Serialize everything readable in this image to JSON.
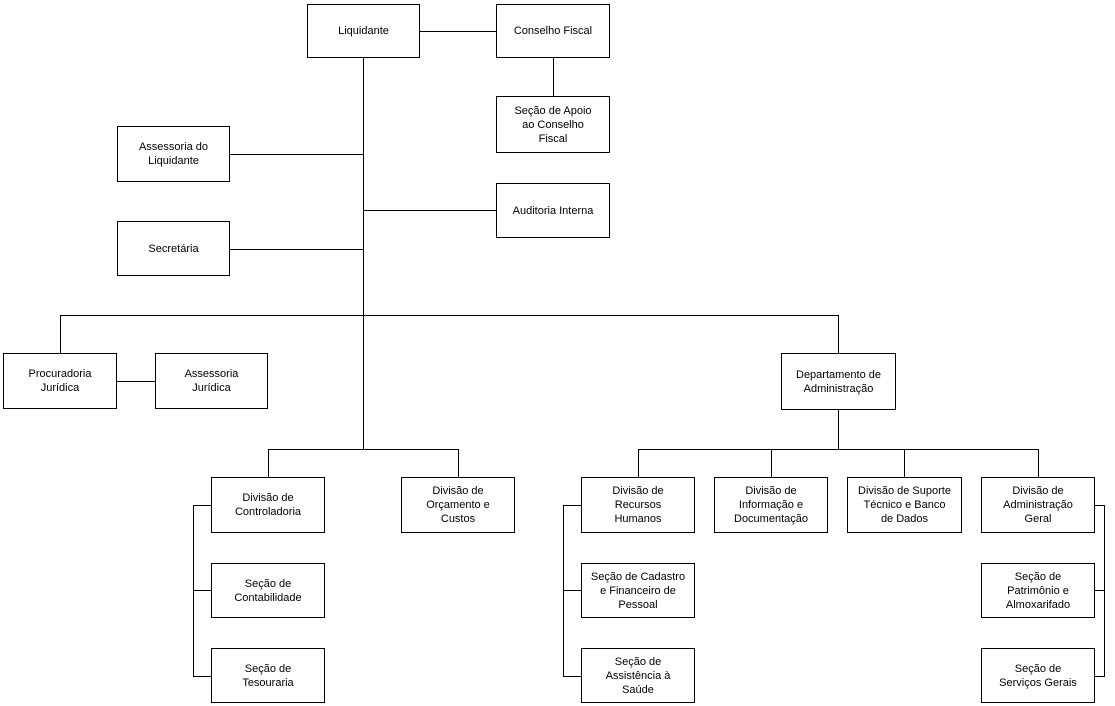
{
  "org_chart": {
    "type": "organizational-chart",
    "language": "pt-BR",
    "colors": {
      "background": "#ffffff",
      "box_fill": "#ffffff",
      "box_border": "#000000",
      "connector_line": "#000000",
      "text": "#000000"
    },
    "nodes": [
      {
        "id": "liquidante",
        "label": "Liquidante",
        "parent": null
      },
      {
        "id": "conselho-fiscal",
        "label": "Conselho Fiscal",
        "parent": "liquidante"
      },
      {
        "id": "secao-de-apoio-ao-conselho-fiscal",
        "label": "Seção de Apoio\nao Conselho\nFiscal",
        "parent": "conselho-fiscal"
      },
      {
        "id": "assessoria-do-liquidante",
        "label": "Assessoria do\nLiquidante",
        "parent": "liquidante"
      },
      {
        "id": "auditoria-interna",
        "label": "Auditoria Interna",
        "parent": "liquidante"
      },
      {
        "id": "secretaria",
        "label": "Secretária",
        "parent": "liquidante"
      },
      {
        "id": "procuradoria-juridica",
        "label": "Procuradoria\nJurídica",
        "parent": "liquidante"
      },
      {
        "id": "assessoria-juridica",
        "label": "Assessoria\nJurídica",
        "parent": "procuradoria-juridica"
      },
      {
        "id": "departamento-de-administracao",
        "label": "Departamento de\nAdministração",
        "parent": "liquidante"
      },
      {
        "id": "divisao-de-controladoria",
        "label": "Divisão de\nControladoria",
        "parent": "liquidante"
      },
      {
        "id": "divisao-de-orcamento-e-custos",
        "label": "Divisão de\nOrçamento e\nCustos",
        "parent": "liquidante"
      },
      {
        "id": "divisao-de-recursos-humanos",
        "label": "Divisão de\nRecursos\nHumanos",
        "parent": "departamento-de-administracao"
      },
      {
        "id": "divisao-de-informacao-e-documentacao",
        "label": "Divisão de\nInformação e\nDocumentação",
        "parent": "departamento-de-administracao"
      },
      {
        "id": "divisao-de-suporte-tecnico-e-banco-de-dados",
        "label": "Divisão de Suporte\nTécnico e Banco\nde Dados",
        "parent": "departamento-de-administracao"
      },
      {
        "id": "divisao-de-administracao-geral",
        "label": "Divisão de\nAdministração\nGeral",
        "parent": "departamento-de-administracao"
      },
      {
        "id": "secao-de-contabilidade",
        "label": "Seção de\nContabilidade",
        "parent": "divisao-de-controladoria"
      },
      {
        "id": "secao-de-cadastro-e-financeiro-de-pessoal",
        "label": "Seção de Cadastro\ne Financeiro de\nPessoal",
        "parent": "divisao-de-recursos-humanos"
      },
      {
        "id": "secao-de-patrimonio-e-almoxarifado",
        "label": "Seção de\nPatrimônio e\nAlmoxarifado",
        "parent": "divisao-de-administracao-geral"
      },
      {
        "id": "secao-de-tesouraria",
        "label": "Seção de\nTesouraria",
        "parent": "divisao-de-controladoria"
      },
      {
        "id": "secao-de-assistencia-a-saude",
        "label": "Seção de\nAssistência à\nSaúde",
        "parent": "divisao-de-recursos-humanos"
      },
      {
        "id": "secao-de-servicos-gerais",
        "label": "Seção de\nServiços Gerais",
        "parent": "divisao-de-administracao-geral"
      }
    ]
  }
}
